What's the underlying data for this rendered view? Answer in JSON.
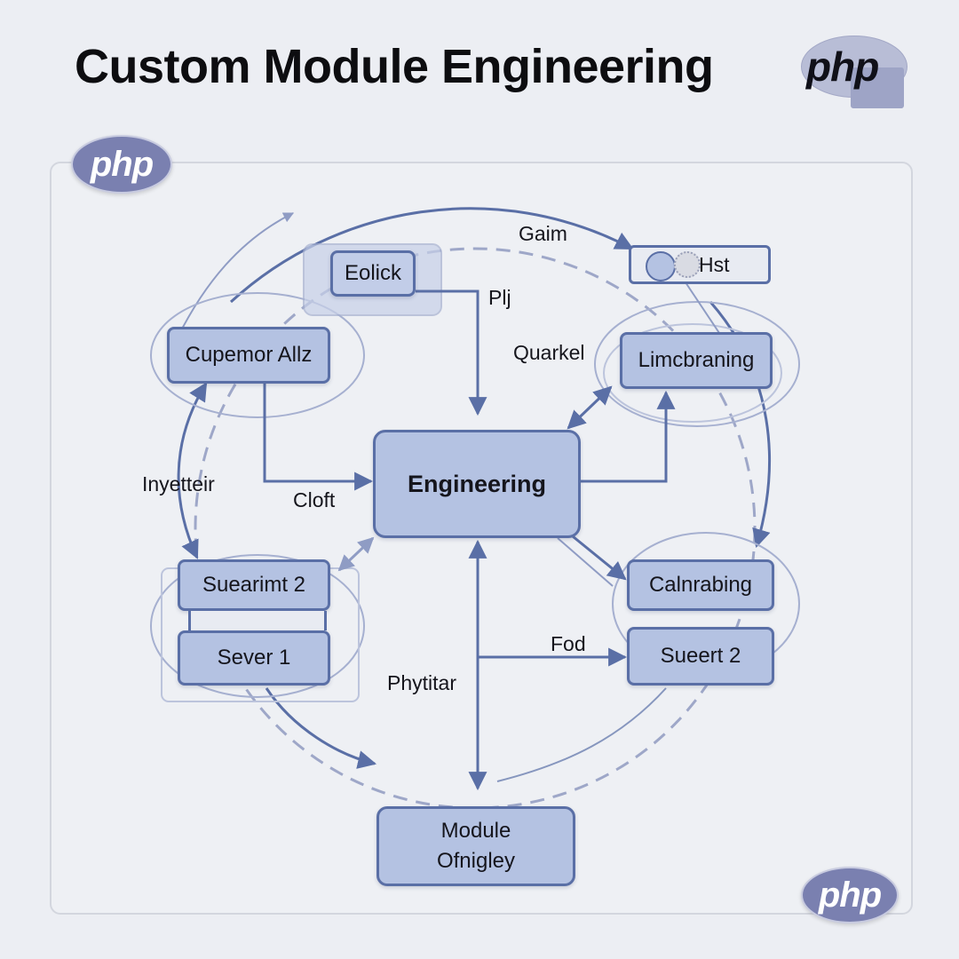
{
  "title": "Custom Module Engineering",
  "logo_text": "php",
  "logos": {
    "title_logo": "php",
    "top_left_badge": "php",
    "bottom_right_badge": "php"
  },
  "colors": {
    "node_fill": "#b4c2e2",
    "node_border": "#5a6fa6",
    "connector": "#5a6fa6",
    "php_badge": "#7a80b0",
    "background": "#eceef3"
  },
  "nodes": {
    "eolick": "Eolick",
    "hst": "Hst",
    "cupemor": "Cupemor Allz",
    "limcbraning": "Limcbraning",
    "engineering": "Engineering",
    "suearimt": "Suearimt 2",
    "sever": "Sever 1",
    "calnrabing": "Calnrabing",
    "sueert": "Sueert 2",
    "module_line1": "Module",
    "module_line2": "Ofnigley"
  },
  "edge_labels": {
    "gaim": "Gaim",
    "plj": "Plj",
    "quarkel": "Quarkel",
    "inyetteir": "Inyetteir",
    "cloft": "Cloft",
    "fod": "Fod",
    "phytitar": "Phytitar"
  }
}
